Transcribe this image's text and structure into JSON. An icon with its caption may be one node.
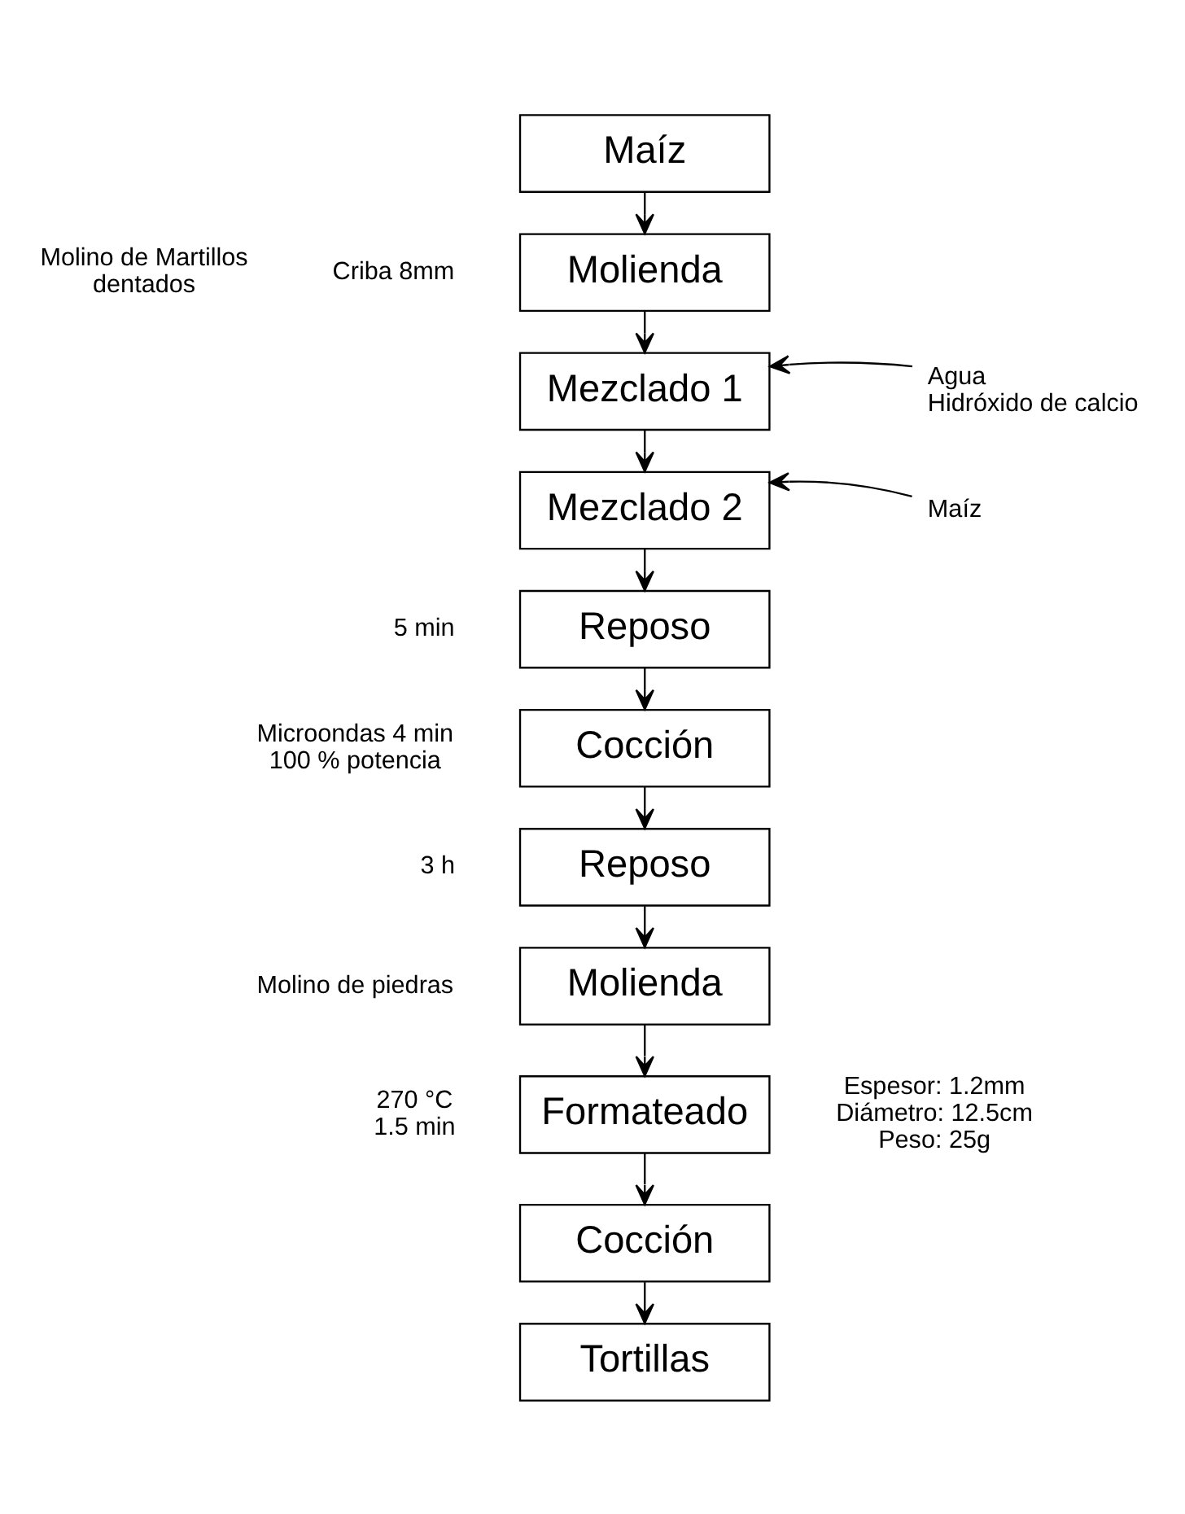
{
  "diagram": {
    "nodes": [
      {
        "text": [
          "Maíz"
        ]
      },
      {
        "text": [
          "Molienda"
        ],
        "beside": [
          "Molino de Martillos dentados",
          "Criba 8mm"
        ]
      },
      {
        "text": [
          "Mezclado 1"
        ]
      },
      {
        "text": [
          "Mezclado 2"
        ]
      },
      {
        "text": [
          "Reposo"
        ],
        "beside": [
          "5 min"
        ]
      },
      {
        "text": [
          "Cocción"
        ],
        "beside": [
          "Microondas 4 min 100 % potencia"
        ]
      },
      {
        "text": [
          "Reposo"
        ],
        "beside": [
          "3 h"
        ]
      },
      {
        "text": [
          "Molienda"
        ],
        "beside": [
          "Molino de piedras"
        ]
      },
      {
        "text": [
          "Formateado"
        ],
        "beside": [
          "270 °C 1.5 min",
          "Espesor: 1.2mm Diámetro: 12.5cm Peso: 25g"
        ]
      },
      {
        "text": [
          "Cocción"
        ]
      },
      {
        "text": [
          "Tortillas"
        ]
      },
      {
        "text": [
          "Agua",
          "Hidróxido de calcio"
        ]
      },
      {
        "text": [
          "Maíz"
        ]
      }
    ],
    "edges": [
      {
        "from": 0,
        "to": 1,
        "arrow": "to"
      },
      {
        "from": 1,
        "to": 2,
        "arrow": "to"
      },
      {
        "from": 11,
        "to": 2,
        "arrow": "to"
      },
      {
        "from": 2,
        "to": 3,
        "arrow": "to"
      },
      {
        "from": 12,
        "to": 3,
        "arrow": "to"
      },
      {
        "from": 3,
        "to": 4,
        "arrow": "to"
      },
      {
        "from": 4,
        "to": 5,
        "arrow": "to"
      },
      {
        "from": 5,
        "to": 6,
        "arrow": "to"
      },
      {
        "from": 6,
        "to": 7,
        "arrow": "to"
      },
      {
        "from": 7,
        "to": 8,
        "arrow": "to"
      },
      {
        "from": 8,
        "to": 9,
        "arrow": "to"
      },
      {
        "from": 9,
        "to": 10,
        "arrow": "to"
      }
    ]
  }
}
